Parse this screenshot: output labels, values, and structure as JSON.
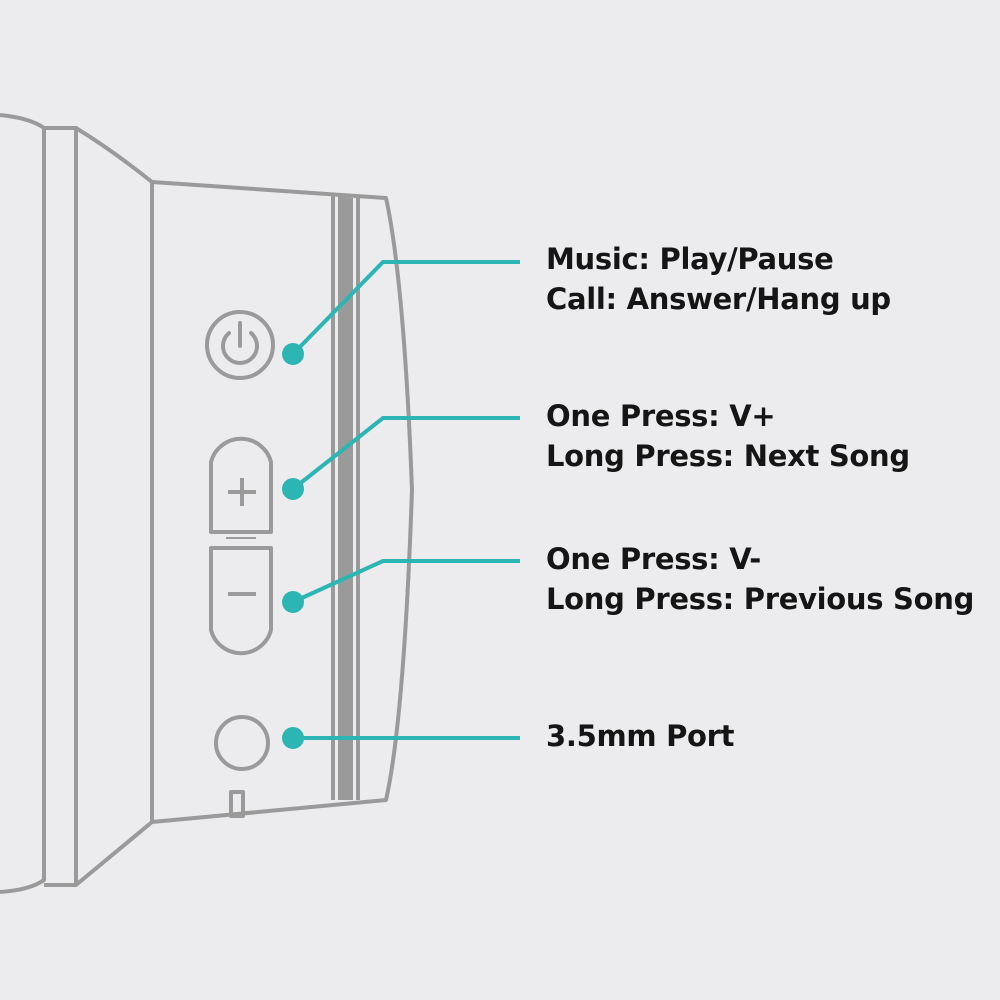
{
  "colors": {
    "background": "#ecebed",
    "device_outline": "#9a9a9a",
    "accent": "#2bb5b3",
    "text": "#151515"
  },
  "controls": [
    {
      "id": "power",
      "icon": "power-icon",
      "lines": [
        "Music: Play/Pause",
        "Call: Answer/Hang up"
      ]
    },
    {
      "id": "volume-up",
      "icon": "plus-icon",
      "lines": [
        "One Press: V+",
        "Long Press: Next Song"
      ]
    },
    {
      "id": "volume-down",
      "icon": "minus-icon",
      "lines": [
        "One Press: V-",
        "Long Press: Previous Song"
      ]
    },
    {
      "id": "audio-port",
      "icon": "audio-jack-icon",
      "lines": [
        "3.5mm Port"
      ]
    }
  ]
}
